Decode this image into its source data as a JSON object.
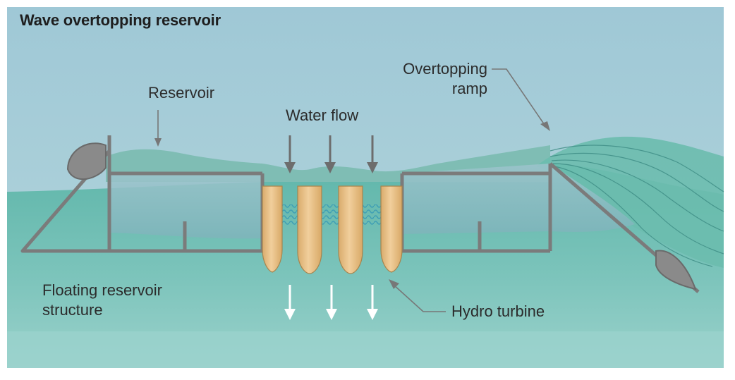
{
  "title": "Wave overtopping reservoir",
  "labels": {
    "reservoir": "Reservoir",
    "water_flow": "Water flow",
    "overtopping_line1": "Overtopping",
    "overtopping_line2": "ramp",
    "floating_line1": "Floating reservoir",
    "floating_line2": "structure",
    "hydro_turbine": "Hydro turbine"
  },
  "colors": {
    "sky": "#a5cbd7",
    "sea": "#6cbcb0",
    "sea_deep": "#8ccbc4",
    "structure": "#808080",
    "turbine": "#e7c08a",
    "reservoir_water": "#8fb8c2"
  }
}
